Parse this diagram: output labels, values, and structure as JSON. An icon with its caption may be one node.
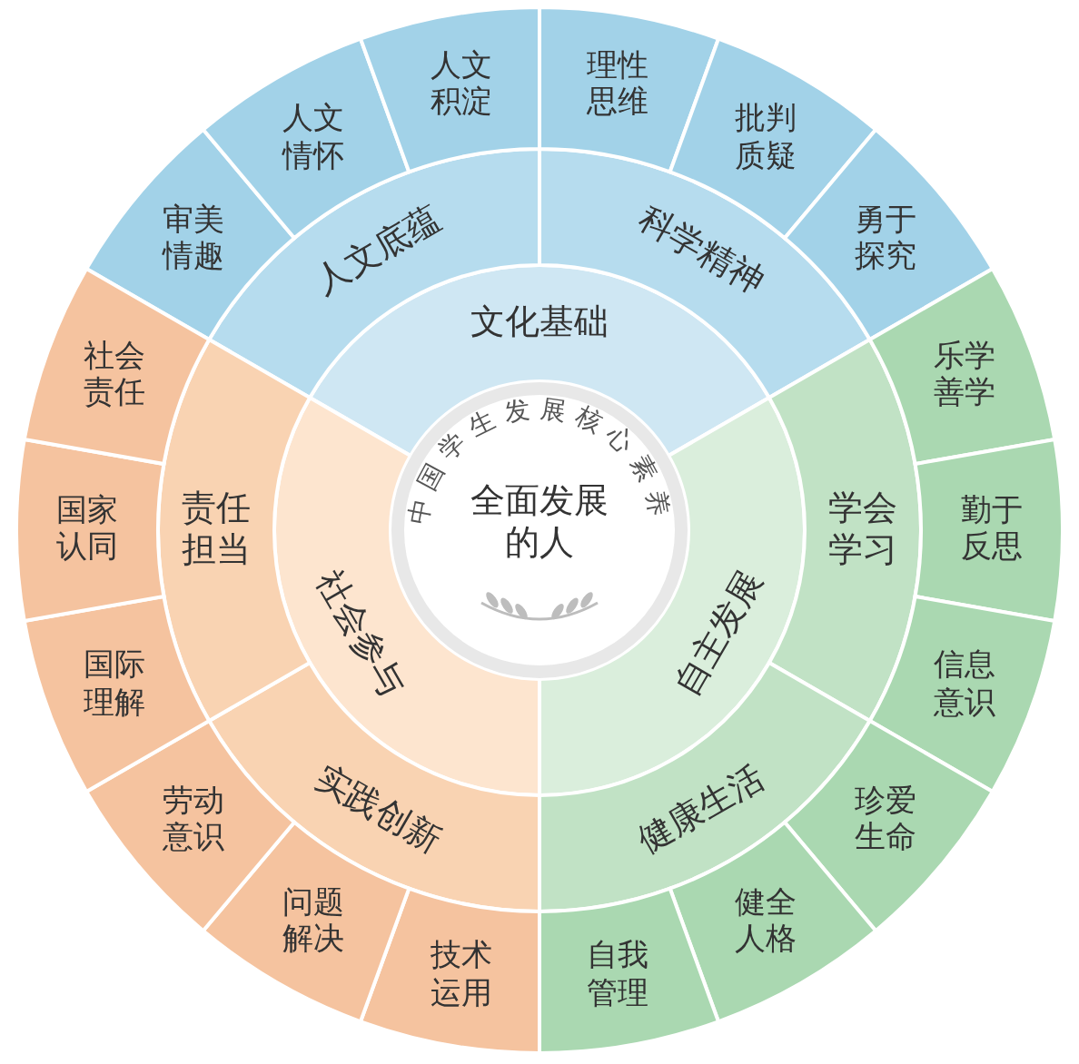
{
  "diagram": {
    "nodes": [
      {
        "text": [
          "中国学生发展核心素养",
          "全面发展的人"
        ]
      },
      {
        "text": [
          "文化基础"
        ]
      },
      {
        "text": [
          "自主发展"
        ]
      },
      {
        "text": [
          "社会参与"
        ]
      },
      {
        "text": [
          "人文底蕴"
        ]
      },
      {
        "text": [
          "科学精神"
        ]
      },
      {
        "text": [
          "学会学习"
        ]
      },
      {
        "text": [
          "健康生活"
        ]
      },
      {
        "text": [
          "实践创新"
        ]
      },
      {
        "text": [
          "责任担当"
        ]
      },
      {
        "text": [
          "审美情趣"
        ]
      },
      {
        "text": [
          "人文情怀"
        ]
      },
      {
        "text": [
          "人文积淀"
        ]
      },
      {
        "text": [
          "理性思维"
        ]
      },
      {
        "text": [
          "批判质疑"
        ]
      },
      {
        "text": [
          "勇于探究"
        ]
      },
      {
        "text": [
          "乐学善学"
        ]
      },
      {
        "text": [
          "勤于反思"
        ]
      },
      {
        "text": [
          "信息意识"
        ]
      },
      {
        "text": [
          "珍爱生命"
        ]
      },
      {
        "text": [
          "健全人格"
        ]
      },
      {
        "text": [
          "自我管理"
        ]
      },
      {
        "text": [
          "技术运用"
        ]
      },
      {
        "text": [
          "问题解决"
        ]
      },
      {
        "text": [
          "劳动意识"
        ]
      },
      {
        "text": [
          "国际理解"
        ]
      },
      {
        "text": [
          "国家认同"
        ]
      },
      {
        "text": [
          "社会责任"
        ]
      }
    ]
  }
}
